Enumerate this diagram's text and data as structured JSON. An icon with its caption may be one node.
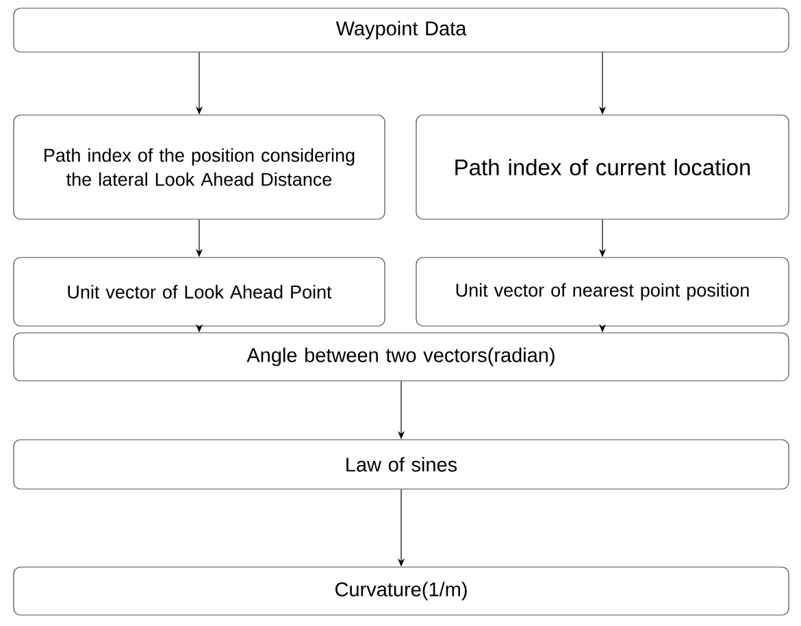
{
  "diagram": {
    "nodes": [
      {
        "text": [
          "Waypoint Data"
        ]
      },
      {
        "text": [
          "Path index of the position considering the lateral Look Ahead Distance"
        ]
      },
      {
        "text": [
          "Path index of current location"
        ]
      },
      {
        "text": [
          "Unit vector of Look Ahead Point"
        ]
      },
      {
        "text": [
          "Unit vector of nearest point position"
        ]
      },
      {
        "text": [
          "Angle between two vectors(radian)"
        ]
      },
      {
        "text": [
          "Law of sines"
        ]
      },
      {
        "text": [
          "Curvature(1/m)"
        ]
      }
    ],
    "edges": [
      {
        "from": 0,
        "to": 1,
        "arrow": "to"
      },
      {
        "from": 0,
        "to": 2,
        "arrow": "to"
      },
      {
        "from": 1,
        "to": 3,
        "arrow": "to"
      },
      {
        "from": 2,
        "to": 4,
        "arrow": "to"
      },
      {
        "from": 3,
        "to": 5,
        "arrow": "to"
      },
      {
        "from": 4,
        "to": 5,
        "arrow": "to"
      },
      {
        "from": 5,
        "to": 6,
        "arrow": "to"
      },
      {
        "from": 6,
        "to": 7,
        "arrow": "to"
      }
    ]
  }
}
